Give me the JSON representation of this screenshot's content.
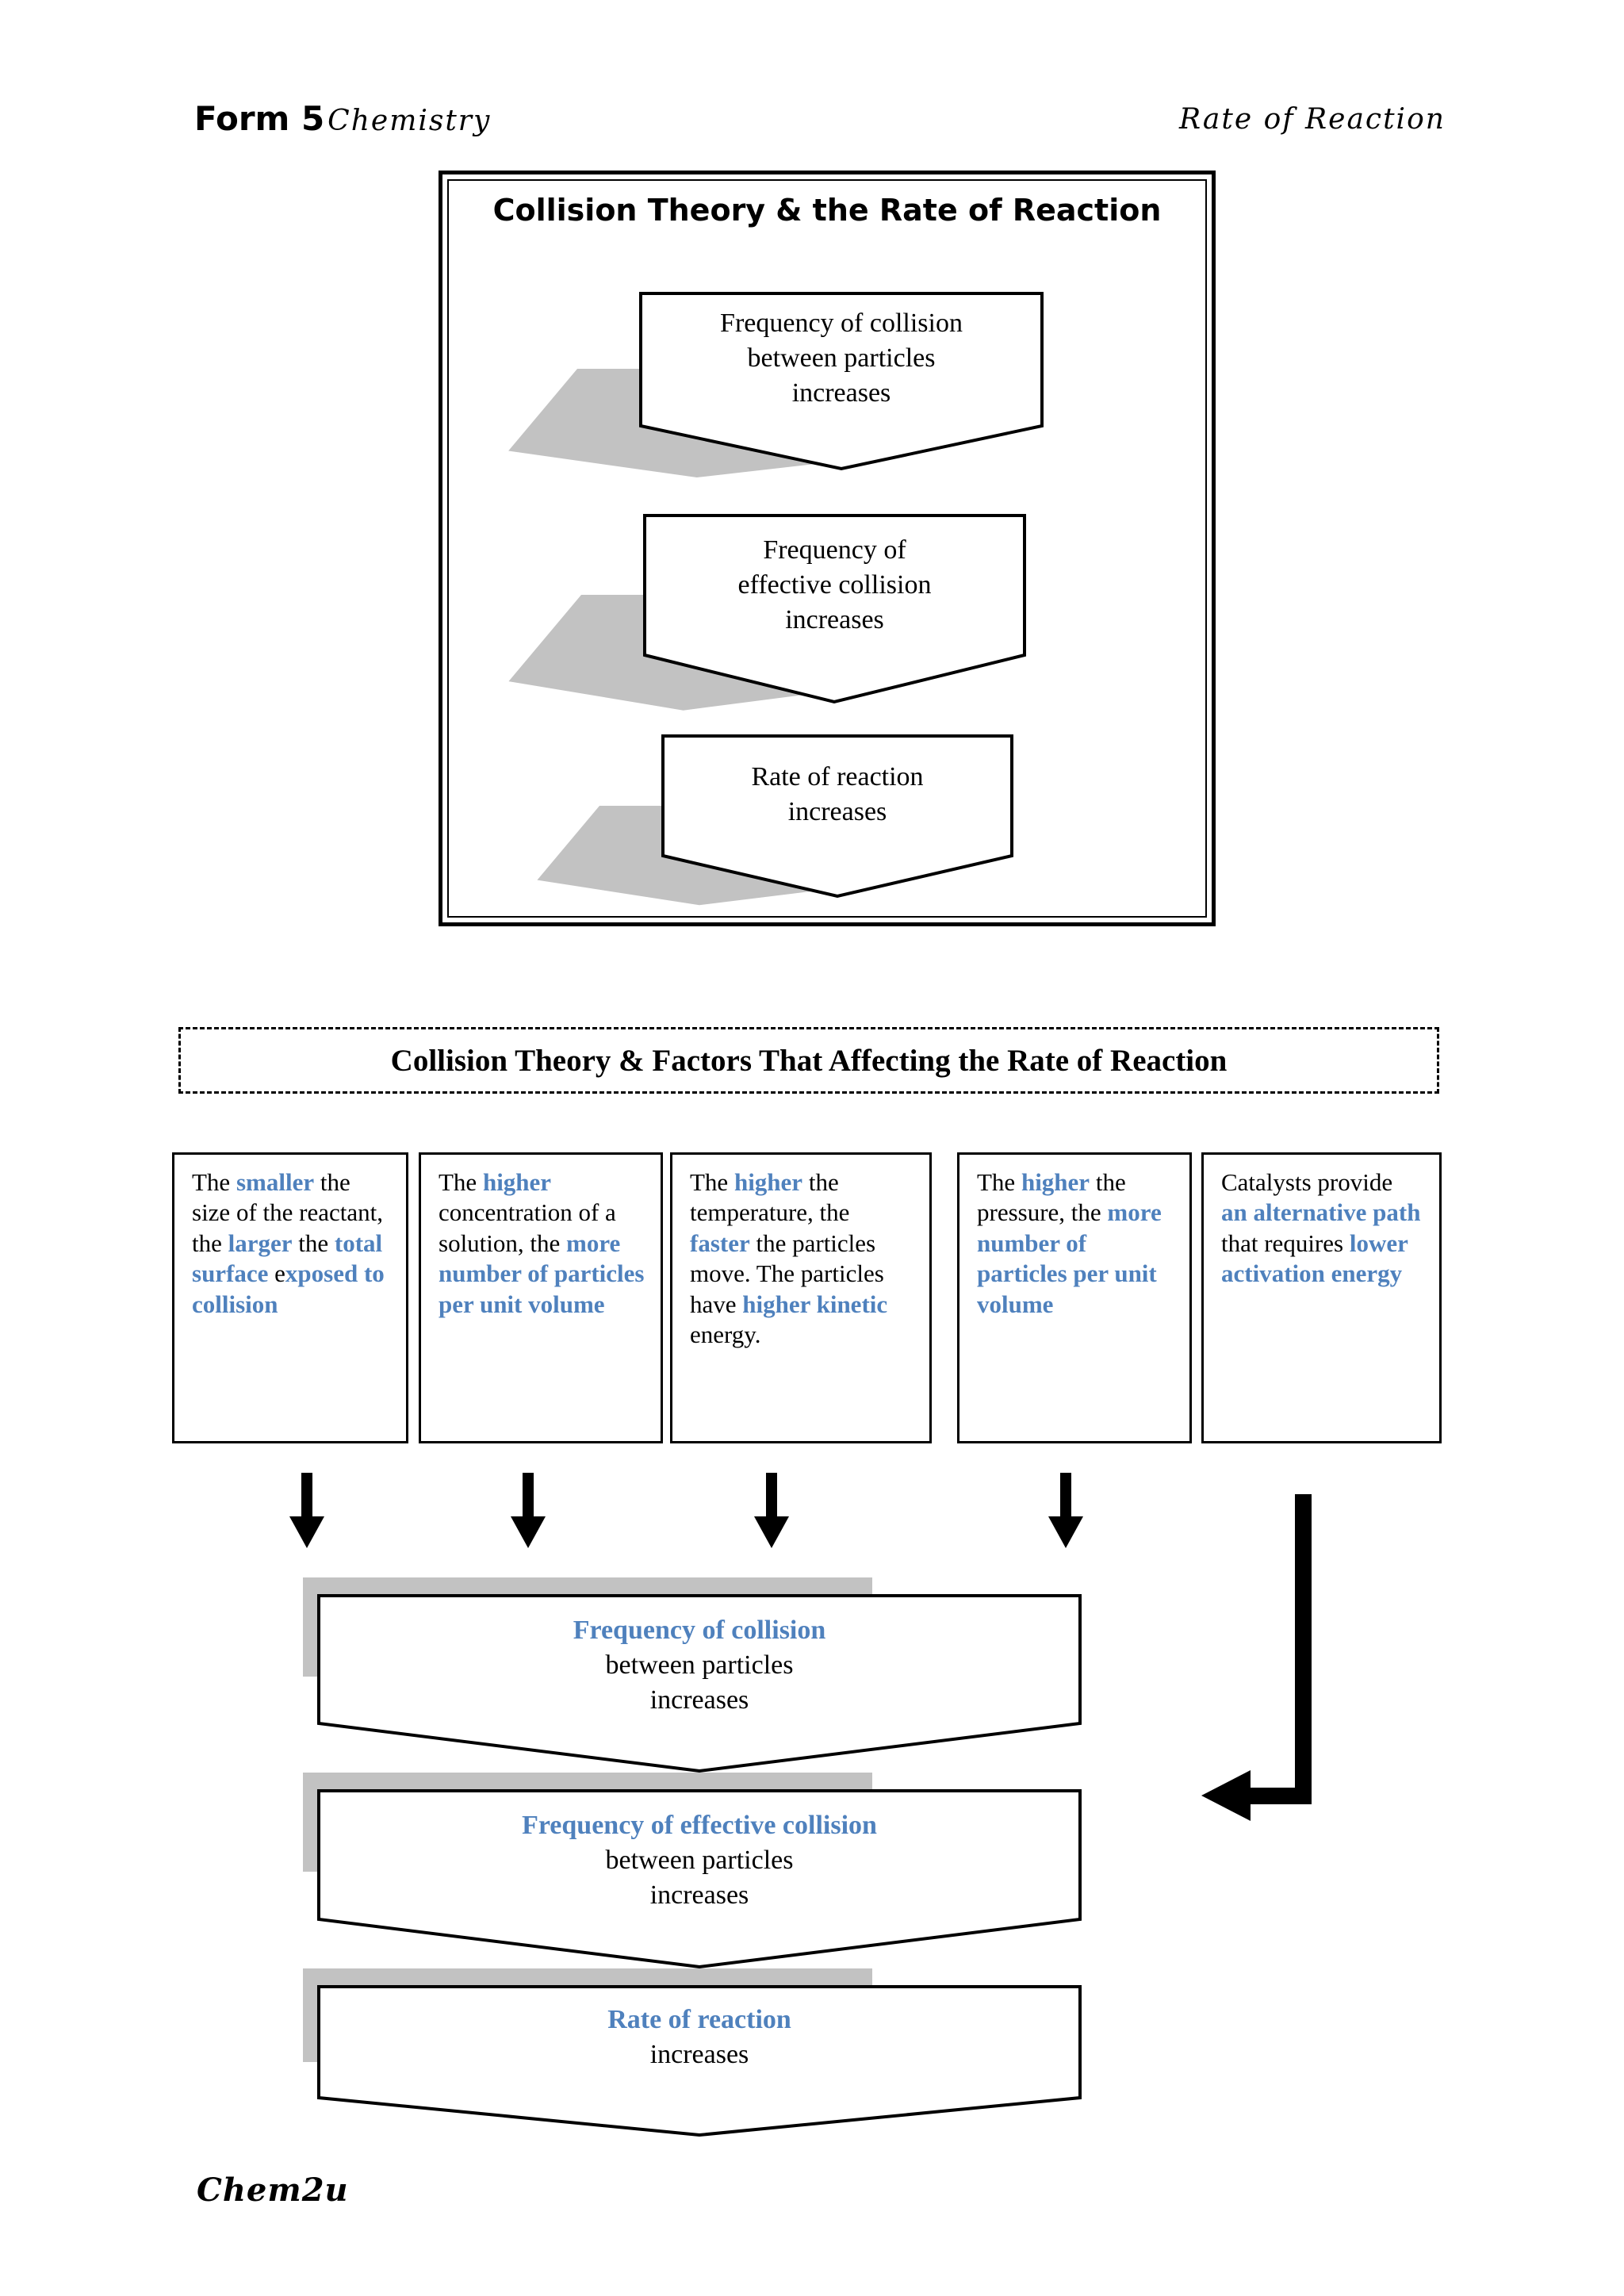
{
  "header": {
    "course_bold": "Form 5",
    "course_script": "Chemistry",
    "topic": "Rate of Reaction"
  },
  "footer": {
    "logo": "Chem2u"
  },
  "colors": {
    "accent_blue": "#4f81bd",
    "shadow_gray": "#c2c2c2"
  },
  "collision_theory_box": {
    "title": "Collision Theory & the Rate of Reaction",
    "steps": [
      {
        "lines": [
          "Frequency of collision",
          "between particles",
          "increases"
        ]
      },
      {
        "lines": [
          "Frequency of",
          "effective collision",
          "increases"
        ]
      },
      {
        "lines": [
          "Rate of reaction",
          "increases"
        ]
      }
    ]
  },
  "factors_box": {
    "title": "Collision Theory & Factors That Affecting the Rate of Reaction",
    "factors": [
      {
        "segments": [
          {
            "t": "The ",
            "b": 0
          },
          {
            "t": "smaller",
            "b": 1
          },
          {
            "t": " the size of the reactant, the ",
            "b": 0
          },
          {
            "t": "larger",
            "b": 1
          },
          {
            "t": " the ",
            "b": 0
          },
          {
            "t": "total surface ",
            "b": 1
          },
          {
            "t": "e",
            "b": 0
          },
          {
            "t": "xposed to collision",
            "b": 1
          }
        ]
      },
      {
        "segments": [
          {
            "t": "The ",
            "b": 0
          },
          {
            "t": "higher",
            "b": 1
          },
          {
            "t": " concentration of a solution, the ",
            "b": 0
          },
          {
            "t": "more number of particles per unit volume",
            "b": 1
          }
        ]
      },
      {
        "segments": [
          {
            "t": "The ",
            "b": 0
          },
          {
            "t": "higher",
            "b": 1
          },
          {
            "t": " the temperature, the ",
            "b": 0
          },
          {
            "t": "faster",
            "b": 1
          },
          {
            "t": " the particles move. The particles have ",
            "b": 0
          },
          {
            "t": "higher kinetic",
            "b": 1
          },
          {
            "t": " energy.",
            "b": 0
          }
        ]
      },
      {
        "segments": [
          {
            "t": "The ",
            "b": 0
          },
          {
            "t": "higher",
            "b": 1
          },
          {
            "t": " the pressure, the ",
            "b": 0
          },
          {
            "t": "more number of particles per unit volume",
            "b": 1
          }
        ]
      },
      {
        "segments": [
          {
            "t": "Catalysts provide ",
            "b": 0
          },
          {
            "t": "an alternative path",
            "b": 1
          },
          {
            "t": " that requires ",
            "b": 0
          },
          {
            "t": "lower activation energy",
            "b": 1
          }
        ]
      }
    ],
    "steps": [
      {
        "highlight": "Frequency of collision",
        "lines": [
          "between particles",
          "increases"
        ]
      },
      {
        "highlight": "Frequency of effective collision",
        "lines": [
          "between particles",
          "increases"
        ]
      },
      {
        "highlight": "Rate of reaction",
        "lines": [
          "increases"
        ]
      }
    ]
  }
}
